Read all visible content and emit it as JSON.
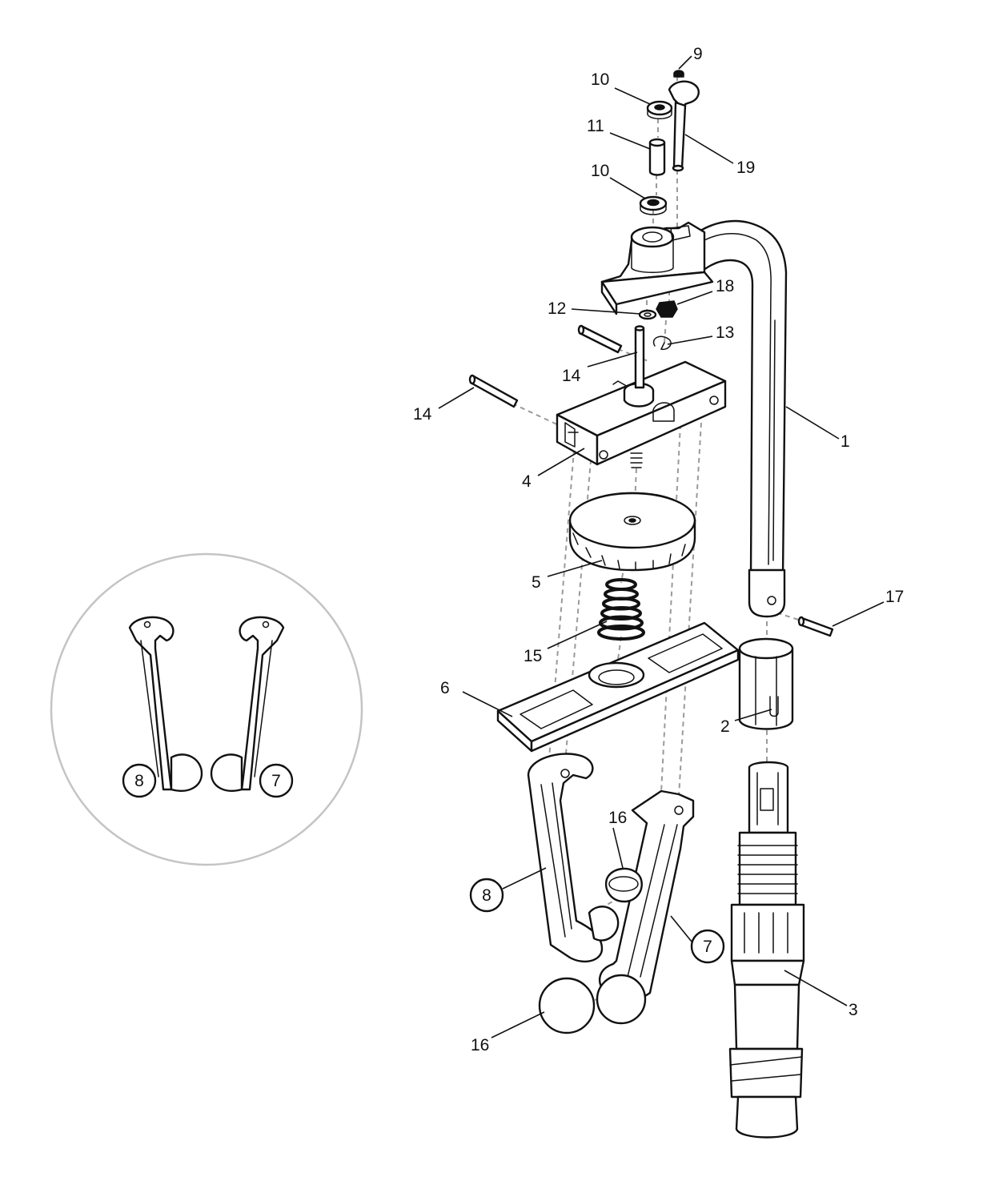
{
  "callouts": {
    "p1": "1",
    "p2": "2",
    "p3": "3",
    "p4": "4",
    "p5": "5",
    "p6": "6",
    "p7": "7",
    "p8": "8",
    "p9": "9",
    "p10a": "10",
    "p10b": "10",
    "p11": "11",
    "p12": "12",
    "p13": "13",
    "p14a": "14",
    "p14b": "14",
    "p15": "15",
    "p16a": "16",
    "p16b": "16",
    "p17": "17",
    "p18": "18",
    "p19": "19"
  },
  "inset": {
    "label_left": "8",
    "label_right": "7"
  }
}
